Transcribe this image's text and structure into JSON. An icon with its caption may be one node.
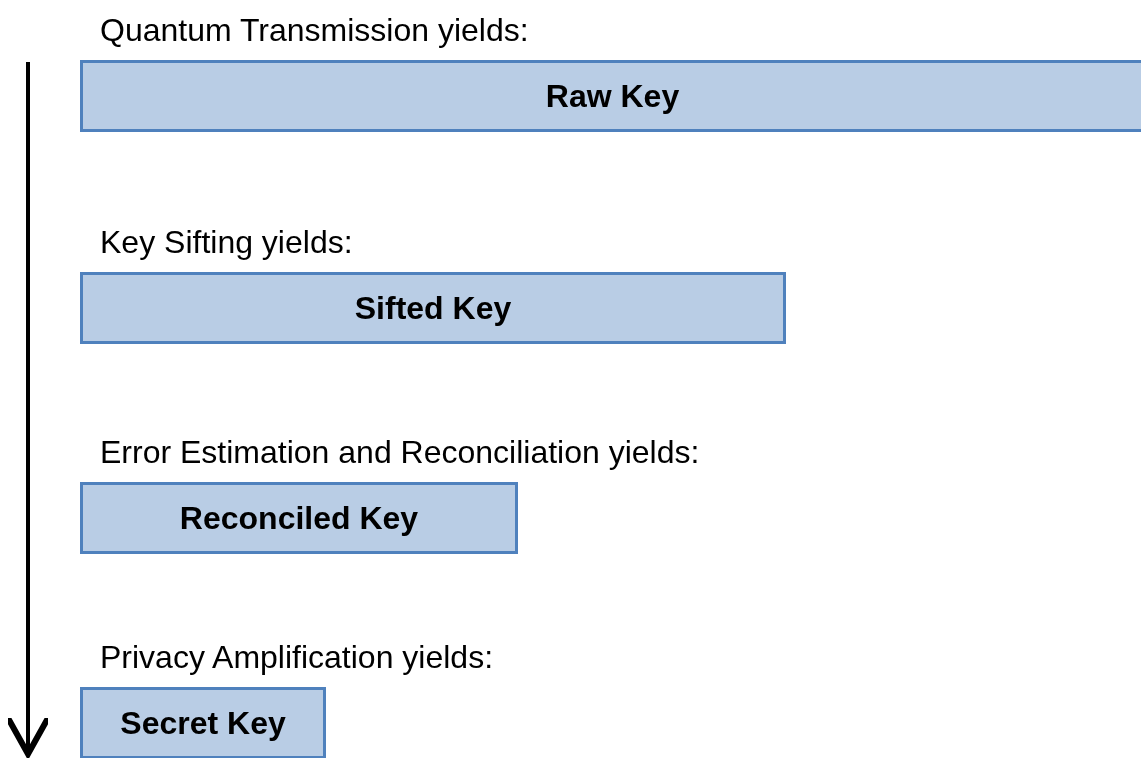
{
  "diagram": {
    "nodes": [
      {
        "text": [
          "Quantum Transmission yields:",
          "Raw Key"
        ]
      },
      {
        "text": [
          "Key Sifting yields:",
          "Sifted Key"
        ]
      },
      {
        "text": [
          "Error Estimation and Reconciliation yields:",
          "Reconciled Key"
        ]
      },
      {
        "text": [
          "Privacy Amplification yields:",
          "Secret Key"
        ]
      }
    ]
  }
}
